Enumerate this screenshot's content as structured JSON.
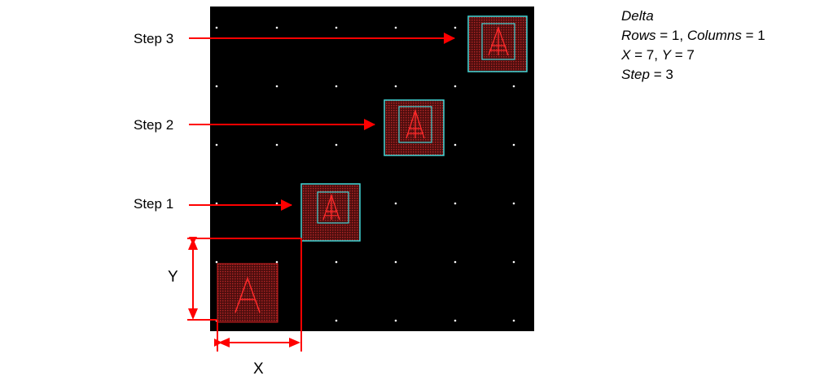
{
  "steps": [
    {
      "label": "Step 3"
    },
    {
      "label": "Step 2"
    },
    {
      "label": "Step 1"
    }
  ],
  "dims": {
    "y_label": "Y",
    "x_label": "X"
  },
  "params": {
    "title": "Delta",
    "rows_name": "Rows",
    "rows_value": "1",
    "cols_name": "Columns",
    "cols_value": "1",
    "x_name": "X",
    "x_value": "7",
    "y_name": "Y",
    "y_value": "7",
    "step_name": "Step",
    "step_value": "3"
  },
  "colors": {
    "canvas": "#000000",
    "cell_fill": "#7a1a1a",
    "glyph": "#ff2a2a",
    "outline": "#40d8d8",
    "arrow": "#ff0000",
    "grid_dot": "#ffffff"
  }
}
